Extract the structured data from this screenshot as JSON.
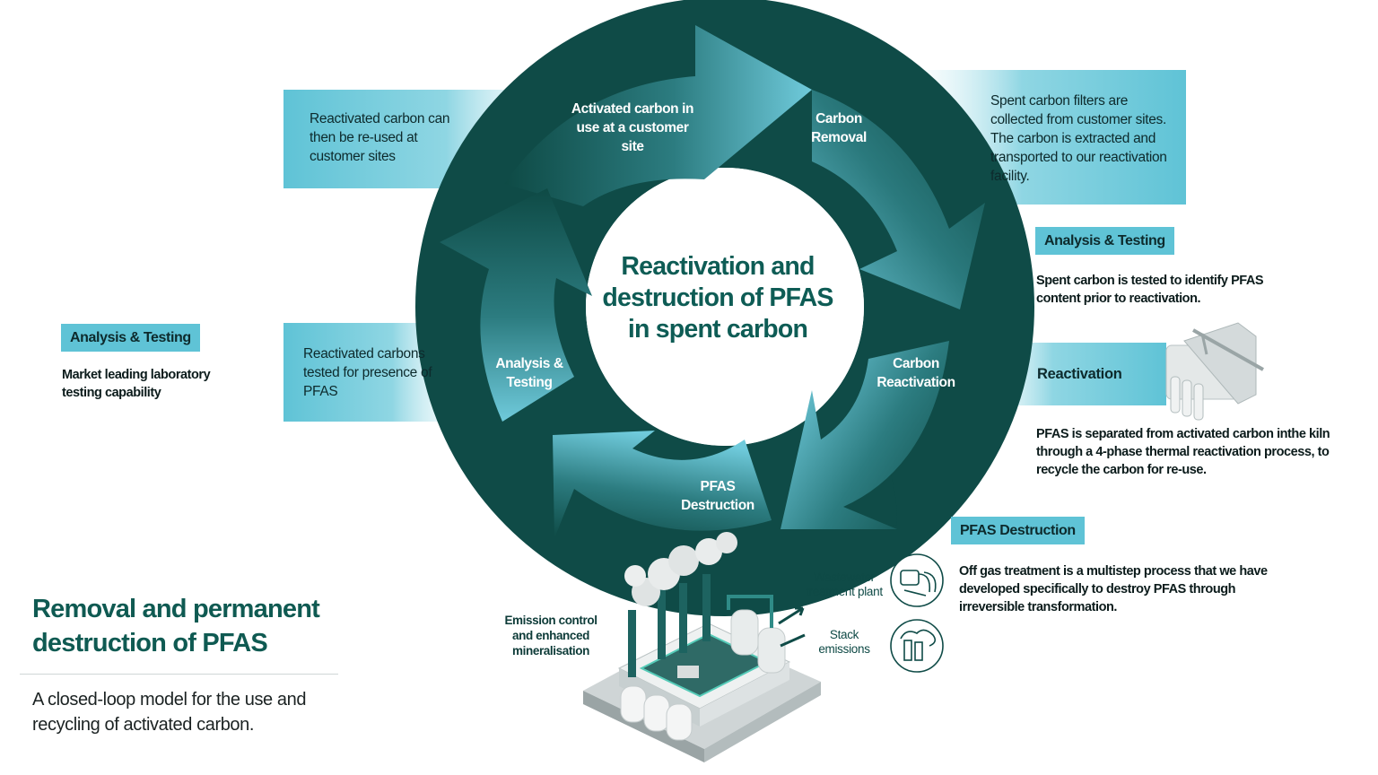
{
  "bands": {
    "top_left": "Reactivated carbon can then be re-used at customer sites",
    "top_right": "Spent carbon filters are collected from customer sites. The carbon is extracted and transported to our reactivation facility.",
    "mid_left": "Reactivated carbons tested for presence of PFAS",
    "right_reactivation": "Reactivation"
  },
  "cycle": {
    "center_title": "Reactivation and destruction of PFAS in spent carbon",
    "step_activated": "Activated carbon in use at a customer site",
    "step_removal": "Carbon Removal",
    "step_reactivation": "Carbon Reactivation",
    "step_destruction": "PFAS Destruction",
    "step_analysis": "Analysis & Testing"
  },
  "right_panel": {
    "analysis_tag": "Analysis & Testing",
    "analysis_text": "Spent carbon is tested to identify PFAS content prior to reactivation.",
    "reactivation_text": "PFAS is separated from activated carbon inthe kiln through a 4-phase thermal reactivation process, to recycle the carbon for re-use.",
    "destruction_tag": "PFAS Destruction",
    "destruction_text": "Off gas treatment is a multistep process that we have developed specifically to destroy PFAS through irreversible transformation."
  },
  "left_panel": {
    "analysis_tag": "Analysis & Testing",
    "analysis_text": "Market leading laboratory testing capability"
  },
  "plant": {
    "emission_label": "Emission control and enhanced mineralisation",
    "wastewater_label": "Wastewater treatment plant",
    "stack_label": "Stack emissions",
    "wastewater_icon": "wastewater-outflow-icon",
    "stack_icon": "factory-smoke-icon"
  },
  "heading": {
    "title": "Removal and permanent destruction of PFAS",
    "subtitle": "A closed-loop model for the use and recycling of activated carbon."
  },
  "colors": {
    "dark_teal": "#0f4b47",
    "mid_teal": "#2b7b80",
    "light_blue": "#5fc3d6",
    "title_green": "#0f5a52"
  }
}
